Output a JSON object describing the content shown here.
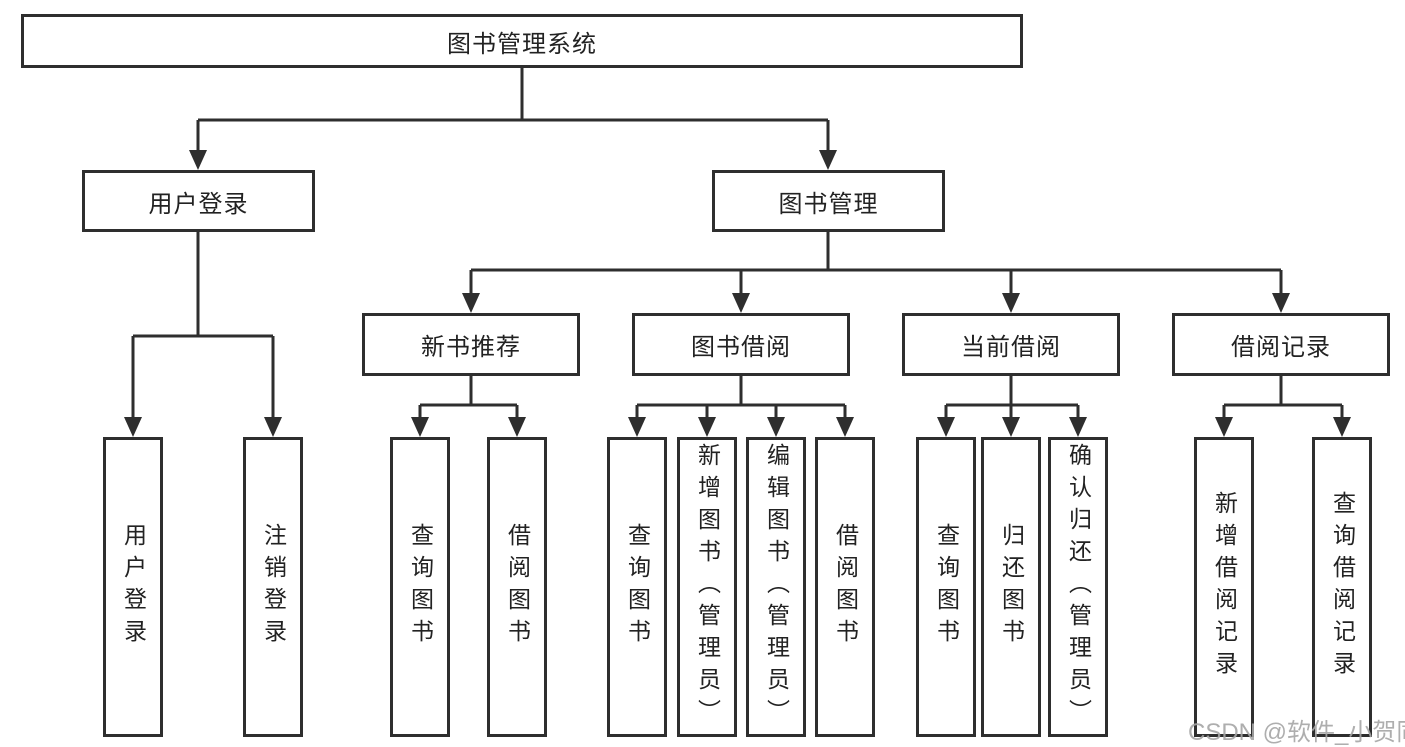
{
  "watermark": "CSDN @软件_小贺同学",
  "colors": {
    "line": "#2e2e2e",
    "box_border": "#2e2e2e",
    "text": "#222222",
    "watermark": "#a5a5a5",
    "background": "#ffffff"
  },
  "tree": {
    "root": "图书管理系统",
    "branches": [
      {
        "label": "用户登录",
        "children": [
          "用户登录",
          "注销登录"
        ]
      },
      {
        "label": "图书管理",
        "groups": [
          {
            "label": "新书推荐",
            "children": [
              "查询图书",
              "借阅图书"
            ]
          },
          {
            "label": "图书借阅",
            "children": [
              "查询图书",
              "新增图书（管理员）",
              "编辑图书（管理员）",
              "借阅图书"
            ]
          },
          {
            "label": "当前借阅",
            "children": [
              "查询图书",
              "归还图书",
              "确认归还（管理员）"
            ]
          },
          {
            "label": "借阅记录",
            "children": [
              "新增借阅记录",
              "查询借阅记录"
            ]
          }
        ]
      }
    ]
  }
}
